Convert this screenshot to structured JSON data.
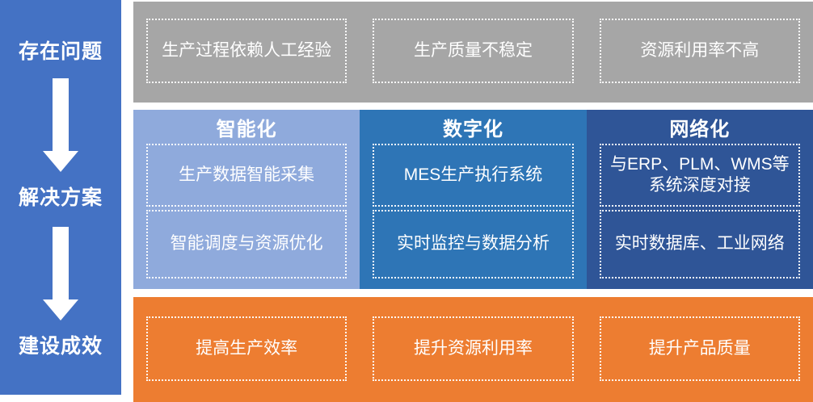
{
  "palette": {
    "sidebar_blue": "#4472C4",
    "problems_gray": "#A6A6A6",
    "solutions_light_blue": "#8FAADC",
    "solutions_medium_blue": "#2E75B6",
    "solutions_dark_blue": "#2F5597",
    "results_orange": "#ED7D31",
    "text_white": "#FFFFFF"
  },
  "sidebar": {
    "stages": [
      {
        "label": "存在问题"
      },
      {
        "label": "解决方案"
      },
      {
        "label": "建设成效"
      }
    ]
  },
  "problems_row": {
    "items": [
      "生产过程依赖人工经验",
      "生产质量不稳定",
      "资源利用率不高"
    ]
  },
  "solutions_row": {
    "columns": [
      {
        "header": "智能化",
        "items": [
          "生产数据智能采集",
          "智能调度与资源优化"
        ]
      },
      {
        "header": "数字化",
        "items": [
          "MES生产执行系统",
          "实时监控与数据分析"
        ]
      },
      {
        "header": "网络化",
        "items": [
          "与ERP、PLM、WMS等\n系统深度对接",
          "实时数据库、工业网络"
        ]
      }
    ]
  },
  "results_row": {
    "items": [
      "提高生产效率",
      "提升资源利用率",
      "提升产品质量"
    ]
  }
}
